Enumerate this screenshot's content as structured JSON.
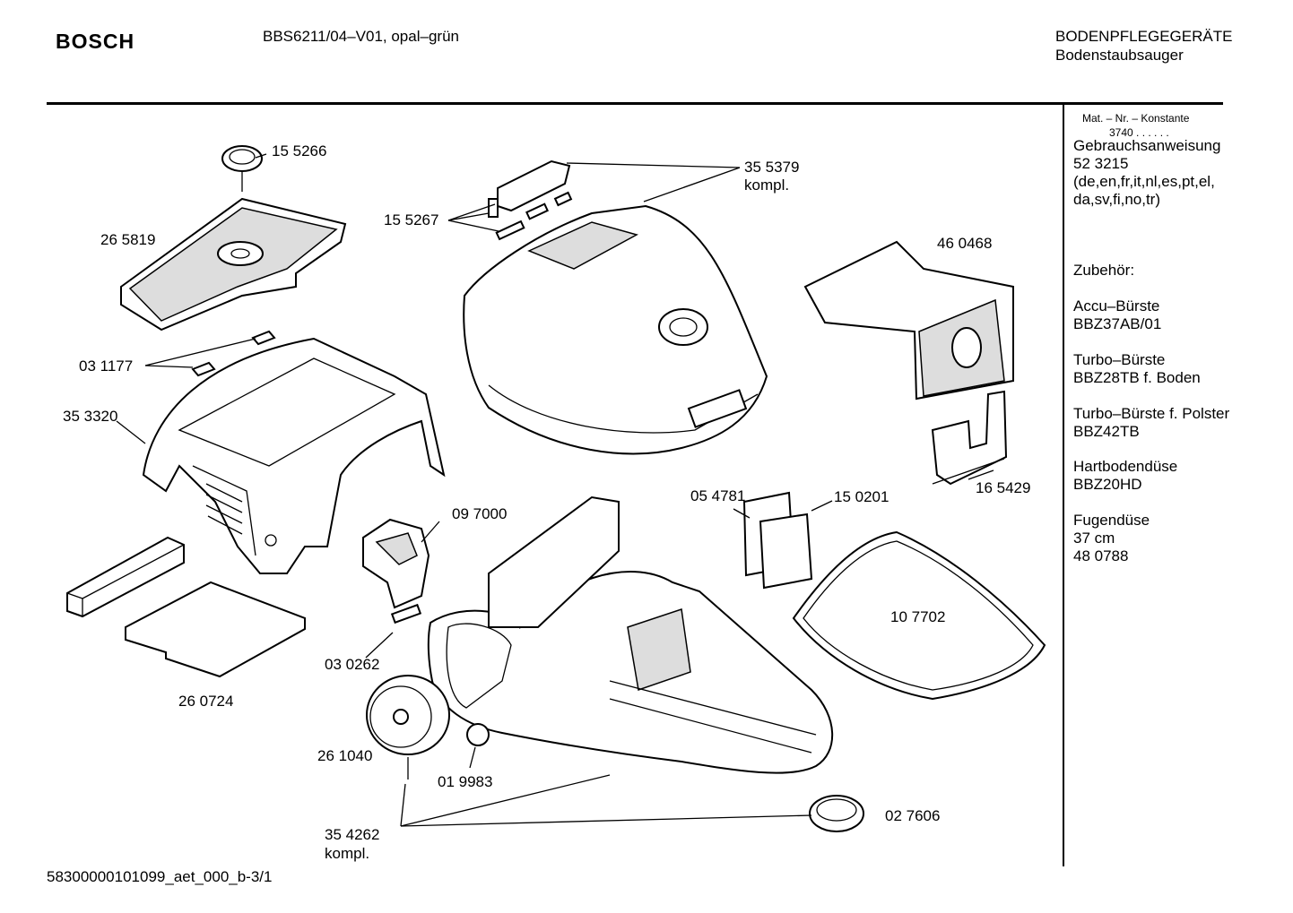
{
  "header": {
    "brand": "BOSCH",
    "model": "BBS6211/04–V01, opal–grün",
    "category": "BODENPFLEGEGERÄTE",
    "subcategory": "Bodenstaubsauger"
  },
  "footer": {
    "doc_id": "58300000101099_aet_000_b-3/1"
  },
  "sidebar": {
    "mat_nr_label": "Mat. – Nr. – Konstante",
    "mat_nr_value": "3740  .  .  .  .  .  .",
    "manual_title": "Gebrauchsanweisung",
    "manual_number": "52 3215",
    "manual_langs_1": "(de,en,fr,it,nl,es,pt,el,",
    "manual_langs_2": "da,sv,fi,no,tr)",
    "accessories_title": "Zubehör:",
    "accessories": [
      {
        "name": "Accu–Bürste",
        "code": "BBZ37AB/01"
      },
      {
        "name": "Turbo–Bürste",
        "code": "BBZ28TB f. Boden"
      },
      {
        "name": "Turbo–Bürste f. Polster",
        "code": "BBZ42TB"
      },
      {
        "name": "Hartbodendüse",
        "code": "BBZ20HD"
      },
      {
        "name": "Fugendüse",
        "code": "37 cm",
        "extra": "48 0788"
      }
    ]
  },
  "parts": {
    "p155266": "15 5266",
    "p265819": "26 5819",
    "p155267": "15 5267",
    "p355379": "35 5379",
    "p355379b": "kompl.",
    "p460468": "46 0468",
    "p031177": "03 1177",
    "p353320": "35 3320",
    "p097000": "09 7000",
    "p054781": "05 4781",
    "p150201": "15 0201",
    "p165429": "16 5429",
    "p107702": "10 7702",
    "p030262": "03 0262",
    "p260724": "26 0724",
    "p261040": "26 1040",
    "p019983": "01 9983",
    "p354262": "35 4262",
    "p354262b": "kompl.",
    "p027606": "02 7606"
  }
}
